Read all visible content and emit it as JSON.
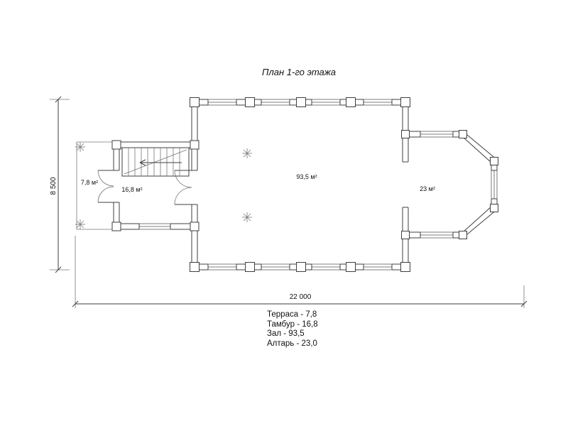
{
  "title": "План 1-го этажа",
  "dimensions": {
    "overall_length": "22 000",
    "overall_height": "8 500"
  },
  "rooms": {
    "terrace": "7,8 м²",
    "vestibule": "16,8 м²",
    "hall": "93,5 м²",
    "altar": "23 м²"
  },
  "legend": {
    "lines": [
      "Терраса - 7,8",
      "Тамбур - 16,8",
      "Зал - 93,5",
      "Алтарь - 23,0"
    ]
  },
  "colors": {
    "line": "#3f3f3f",
    "thin_line": "#777777",
    "text": "#111111",
    "background": "#ffffff"
  }
}
